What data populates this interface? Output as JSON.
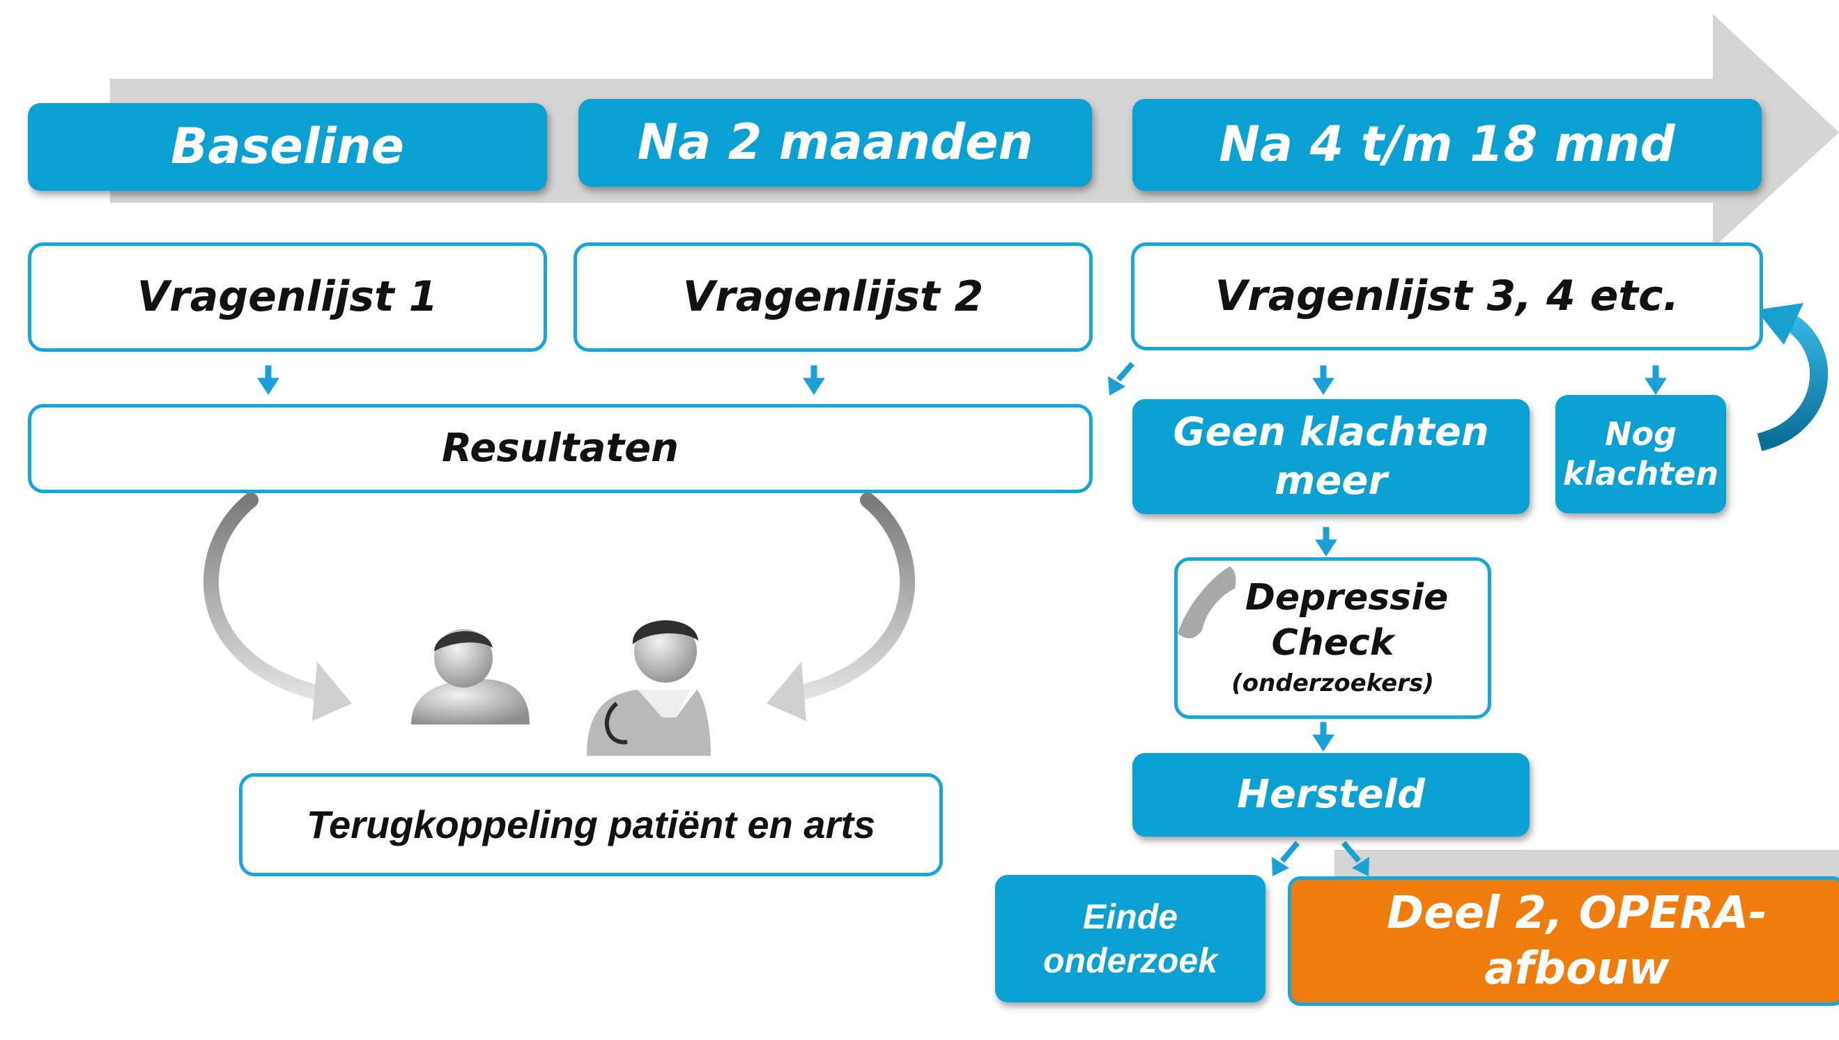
{
  "phases": {
    "baseline": "Baseline",
    "two_months": "Na 2 maanden",
    "four_to_18": "Na 4 t/m 18 mnd"
  },
  "questionnaires": {
    "q1": "Vragenlijst 1",
    "q2": "Vragenlijst 2",
    "q3": "Vragenlijst 3, 4 etc."
  },
  "results": "Resultaten",
  "feedback": "Terugkoppeling patiënt en arts",
  "no_complaints": {
    "line1": "Geen klachten",
    "line2": "meer"
  },
  "still_complaints": {
    "line1": "Nog",
    "line2": "klachten"
  },
  "depression_check": {
    "line1": "Depressie",
    "line2": "Check",
    "sub": "(onderzoekers)"
  },
  "recovered": "Hersteld",
  "end_study": {
    "line1": "Einde",
    "line2": "onderzoek"
  },
  "part2": "Deel 2, OPERA-afbouw",
  "colors": {
    "blue": "#0aa0d2",
    "outline_blue": "#18a6d6",
    "orange": "#ef7d0d",
    "timeline_gray": "#d4d4d4"
  },
  "icons": [
    "timeline-arrow",
    "patient-icon",
    "doctor-icon",
    "phone-icon",
    "loop-arrow-icon",
    "curved-arrow-icon"
  ]
}
